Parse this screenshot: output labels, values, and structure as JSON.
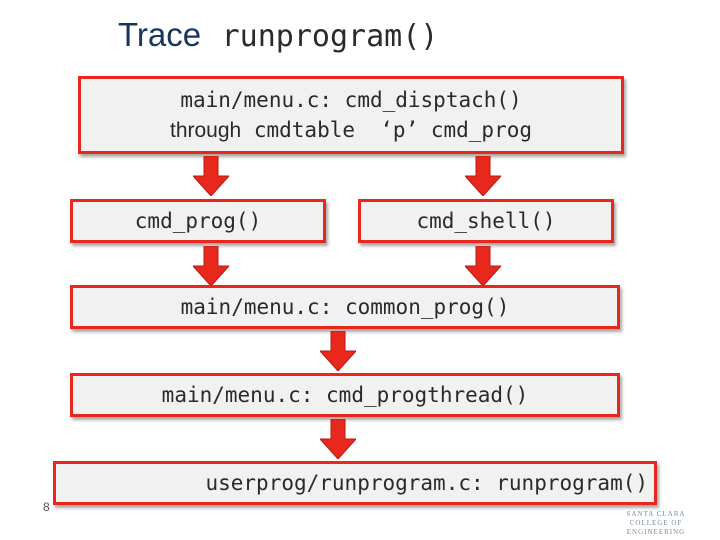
{
  "title": {
    "prefix": "Trace",
    "func": "runprogram()"
  },
  "nodes": {
    "dispatch": {
      "line1": "main/menu.c: cmd_disptach()",
      "line2_prefix": "through",
      "line2_rest": " cmdtable  ‘p’ cmd_prog"
    },
    "cmd_prog": "cmd_prog()",
    "cmd_shell": "cmd_shell()",
    "common_prog": "main/menu.c: common_prog()",
    "progthread": "main/menu.c: cmd_progthread()",
    "runprogram": "userprog/runprogram.c: runprogram()"
  },
  "colors": {
    "box_border": "#e8271d",
    "box_fill": "#f1f1f1",
    "arrow": "#e8271d",
    "title": "#17365d"
  },
  "page_number": "8",
  "logo": {
    "line1": "SANTA CLARA",
    "line2": "COLLEGE OF ENGINEERING"
  }
}
